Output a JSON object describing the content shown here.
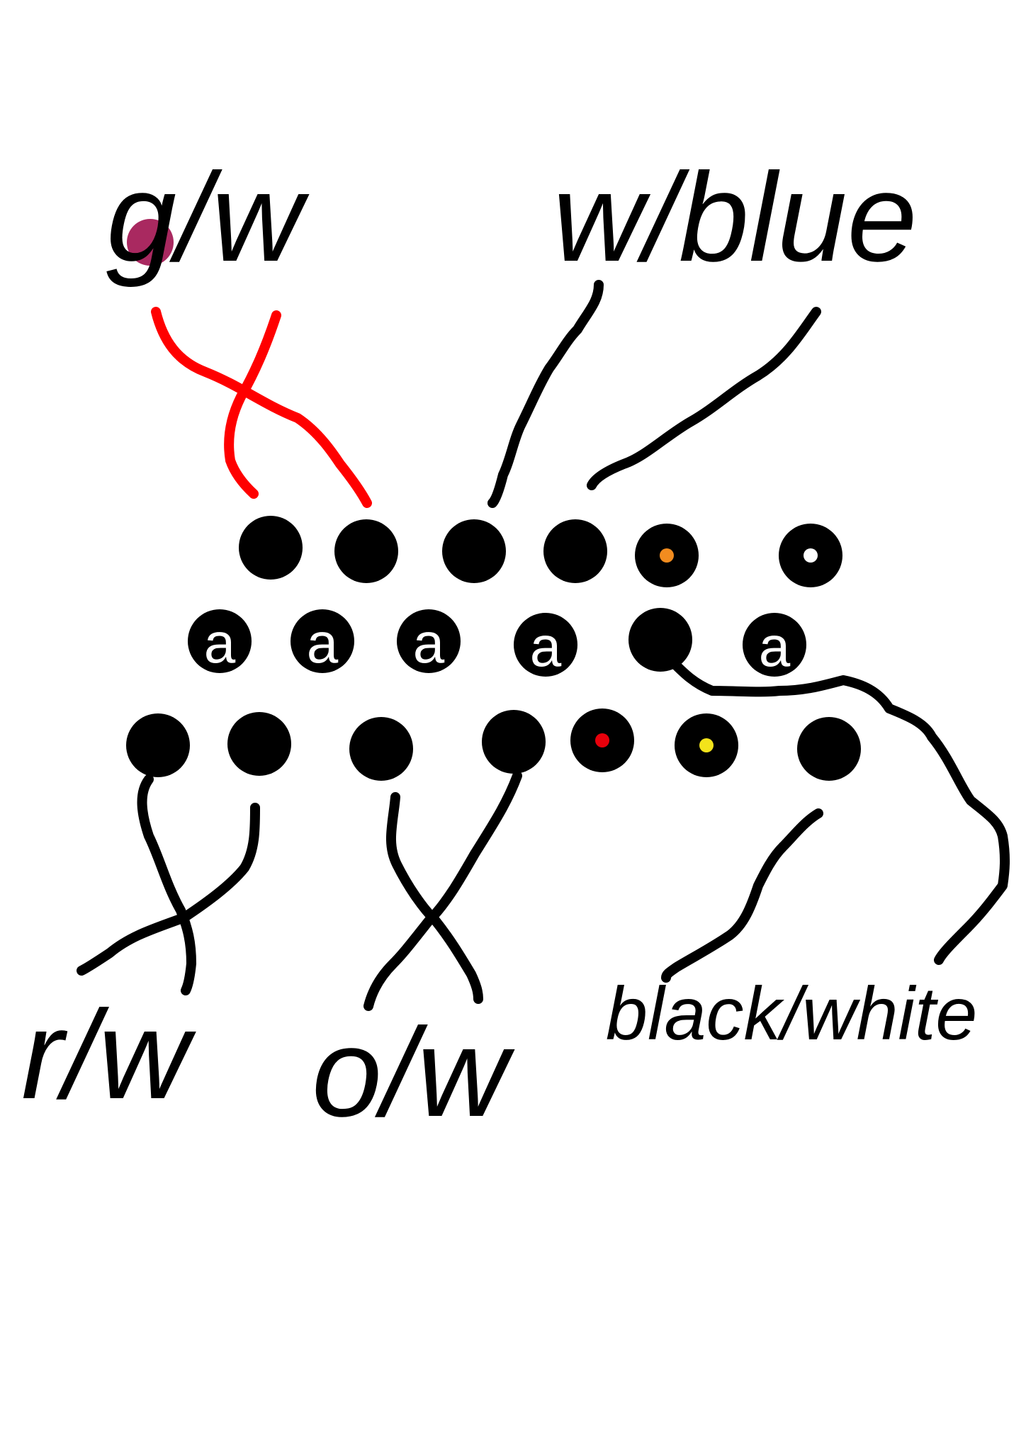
{
  "labels": {
    "top_left": "g/w",
    "top_right": "w/blue",
    "bottom_left": "r/w",
    "bottom_middle": "o/w",
    "bottom_right": "black/white"
  },
  "pin_glyph": "a",
  "colors": {
    "wire": "#000000",
    "crossed_wire_top": "#ff0000",
    "marker_magenta": "#a0124f",
    "pin": "#000000",
    "dot_orange": "#f28c1f",
    "dot_red": "#e8000b",
    "dot_yellow": "#f3e31b",
    "dot_white": "#ffffff"
  }
}
